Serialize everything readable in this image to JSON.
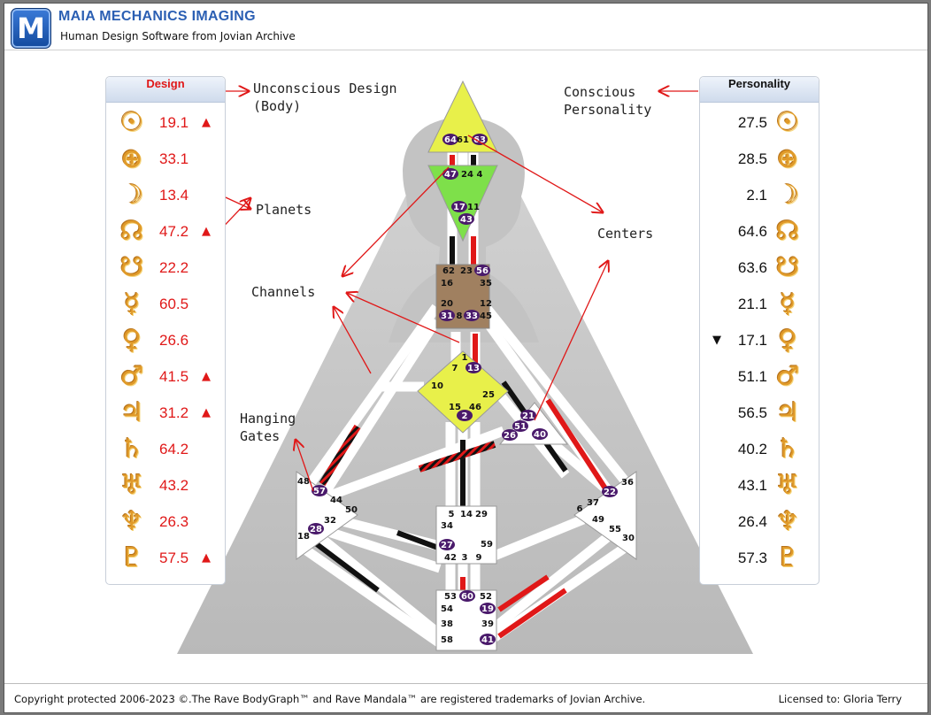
{
  "app": {
    "logo_letter": "M",
    "title": "MAIA MECHANICS IMAGING",
    "subtitle": "Human Design Software from Jovian Archive"
  },
  "design": {
    "heading": "Design",
    "planets": [
      {
        "icon": "sun-icon",
        "glyph": "☉",
        "value": "19.1",
        "marker": "▲"
      },
      {
        "icon": "earth-icon",
        "glyph": "⊕",
        "value": "33.1",
        "marker": ""
      },
      {
        "icon": "moon-icon",
        "glyph": "☽",
        "value": "13.4",
        "marker": ""
      },
      {
        "icon": "north-node-icon",
        "glyph": "☊",
        "value": "47.2",
        "marker": "▲"
      },
      {
        "icon": "south-node-icon",
        "glyph": "☋",
        "value": "22.2",
        "marker": ""
      },
      {
        "icon": "mercury-icon",
        "glyph": "☿",
        "value": "60.5",
        "marker": ""
      },
      {
        "icon": "venus-icon",
        "glyph": "♀",
        "value": "26.6",
        "marker": ""
      },
      {
        "icon": "mars-icon",
        "glyph": "♂",
        "value": "41.5",
        "marker": "▲"
      },
      {
        "icon": "jupiter-icon",
        "glyph": "♃",
        "value": "31.2",
        "marker": "▲"
      },
      {
        "icon": "saturn-icon",
        "glyph": "♄",
        "value": "64.2",
        "marker": ""
      },
      {
        "icon": "uranus-icon",
        "glyph": "♅",
        "value": "43.2",
        "marker": ""
      },
      {
        "icon": "neptune-icon",
        "glyph": "♆",
        "value": "26.3",
        "marker": ""
      },
      {
        "icon": "pluto-icon",
        "glyph": "♇",
        "value": "57.5",
        "marker": "▲"
      }
    ]
  },
  "personality": {
    "heading": "Personality",
    "planets": [
      {
        "icon": "sun-icon",
        "glyph": "☉",
        "value": "27.5",
        "marker": ""
      },
      {
        "icon": "earth-icon",
        "glyph": "⊕",
        "value": "28.5",
        "marker": ""
      },
      {
        "icon": "moon-icon",
        "glyph": "☽",
        "value": "2.1",
        "marker": ""
      },
      {
        "icon": "north-node-icon",
        "glyph": "☊",
        "value": "64.6",
        "marker": ""
      },
      {
        "icon": "south-node-icon",
        "glyph": "☋",
        "value": "63.6",
        "marker": ""
      },
      {
        "icon": "mercury-icon",
        "glyph": "☿",
        "value": "21.1",
        "marker": ""
      },
      {
        "icon": "venus-icon",
        "glyph": "♀",
        "value": "17.1",
        "marker": "▼"
      },
      {
        "icon": "mars-icon",
        "glyph": "♂",
        "value": "51.1",
        "marker": ""
      },
      {
        "icon": "jupiter-icon",
        "glyph": "♃",
        "value": "56.5",
        "marker": ""
      },
      {
        "icon": "saturn-icon",
        "glyph": "♄",
        "value": "40.2",
        "marker": ""
      },
      {
        "icon": "uranus-icon",
        "glyph": "♅",
        "value": "43.1",
        "marker": ""
      },
      {
        "icon": "neptune-icon",
        "glyph": "♆",
        "value": "26.4",
        "marker": ""
      },
      {
        "icon": "pluto-icon",
        "glyph": "♇",
        "value": "57.3",
        "marker": ""
      }
    ]
  },
  "annotations": {
    "unconscious": "Unconscious Design\n(Body)",
    "conscious": "Conscious\nPersonality",
    "planets": "Planets",
    "centers": "Centers",
    "channels": "Channels",
    "hanging_gates": "Hanging\nGates"
  },
  "bodygraph": {
    "colors": {
      "design": "#e01818",
      "personality": "#111111",
      "head": "#e8f04a",
      "ajna": "#7ee04a",
      "ego_sacral": "#ffffff",
      "spleen": "#ffffff",
      "g": "#e8f04a",
      "throat": "#a08060",
      "active_gate": "#4a1a6b"
    },
    "gates": [
      {
        "center": "head",
        "n": "64",
        "a": true
      },
      {
        "center": "head",
        "n": "61",
        "a": false
      },
      {
        "center": "head",
        "n": "63",
        "a": true
      },
      {
        "center": "ajna",
        "n": "47",
        "a": true
      },
      {
        "center": "ajna",
        "n": "24",
        "a": false
      },
      {
        "center": "ajna",
        "n": "4",
        "a": false
      },
      {
        "center": "ajna",
        "n": "17",
        "a": true
      },
      {
        "center": "ajna",
        "n": "11",
        "a": false
      },
      {
        "center": "ajna",
        "n": "43",
        "a": true
      },
      {
        "center": "throat",
        "n": "62",
        "a": false
      },
      {
        "center": "throat",
        "n": "23",
        "a": false
      },
      {
        "center": "throat",
        "n": "56",
        "a": true
      },
      {
        "center": "throat",
        "n": "16",
        "a": false
      },
      {
        "center": "throat",
        "n": "35",
        "a": false
      },
      {
        "center": "throat",
        "n": "20",
        "a": false
      },
      {
        "center": "throat",
        "n": "12",
        "a": false
      },
      {
        "center": "throat",
        "n": "31",
        "a": true
      },
      {
        "center": "throat",
        "n": "8",
        "a": false
      },
      {
        "center": "throat",
        "n": "33",
        "a": true
      },
      {
        "center": "throat",
        "n": "45",
        "a": false
      },
      {
        "center": "g",
        "n": "1",
        "a": false
      },
      {
        "center": "g",
        "n": "7",
        "a": false
      },
      {
        "center": "g",
        "n": "13",
        "a": true
      },
      {
        "center": "g",
        "n": "10",
        "a": false
      },
      {
        "center": "g",
        "n": "25",
        "a": false
      },
      {
        "center": "g",
        "n": "15",
        "a": false
      },
      {
        "center": "g",
        "n": "46",
        "a": false
      },
      {
        "center": "g",
        "n": "2",
        "a": true
      },
      {
        "center": "ego",
        "n": "21",
        "a": true
      },
      {
        "center": "ego",
        "n": "51",
        "a": true
      },
      {
        "center": "ego",
        "n": "26",
        "a": true
      },
      {
        "center": "ego",
        "n": "40",
        "a": true
      },
      {
        "center": "spleen",
        "n": "48",
        "a": false
      },
      {
        "center": "spleen",
        "n": "57",
        "a": true
      },
      {
        "center": "spleen",
        "n": "44",
        "a": false
      },
      {
        "center": "spleen",
        "n": "50",
        "a": false
      },
      {
        "center": "spleen",
        "n": "32",
        "a": false
      },
      {
        "center": "spleen",
        "n": "28",
        "a": true
      },
      {
        "center": "spleen",
        "n": "18",
        "a": false
      },
      {
        "center": "sacral",
        "n": "5",
        "a": false
      },
      {
        "center": "sacral",
        "n": "14",
        "a": false
      },
      {
        "center": "sacral",
        "n": "29",
        "a": false
      },
      {
        "center": "sacral",
        "n": "34",
        "a": false
      },
      {
        "center": "sacral",
        "n": "27",
        "a": true
      },
      {
        "center": "sacral",
        "n": "59",
        "a": false
      },
      {
        "center": "sacral",
        "n": "42",
        "a": false
      },
      {
        "center": "sacral",
        "n": "3",
        "a": false
      },
      {
        "center": "sacral",
        "n": "9",
        "a": false
      },
      {
        "center": "solar",
        "n": "36",
        "a": false
      },
      {
        "center": "solar",
        "n": "22",
        "a": true
      },
      {
        "center": "solar",
        "n": "37",
        "a": false
      },
      {
        "center": "solar",
        "n": "6",
        "a": false
      },
      {
        "center": "solar",
        "n": "49",
        "a": false
      },
      {
        "center": "solar",
        "n": "55",
        "a": false
      },
      {
        "center": "solar",
        "n": "30",
        "a": false
      },
      {
        "center": "root",
        "n": "53",
        "a": false
      },
      {
        "center": "root",
        "n": "60",
        "a": true
      },
      {
        "center": "root",
        "n": "52",
        "a": false
      },
      {
        "center": "root",
        "n": "54",
        "a": false
      },
      {
        "center": "root",
        "n": "19",
        "a": true
      },
      {
        "center": "root",
        "n": "38",
        "a": false
      },
      {
        "center": "root",
        "n": "39",
        "a": false
      },
      {
        "center": "root",
        "n": "58",
        "a": false
      },
      {
        "center": "root",
        "n": "41",
        "a": true
      }
    ]
  },
  "footer": {
    "copyright": "Copyright protected 2006-2023 ©.The Rave BodyGraph™ and Rave Mandala™ are registered trademarks of Jovian Archive.",
    "licensed": "Licensed to: Gloria Terry"
  }
}
